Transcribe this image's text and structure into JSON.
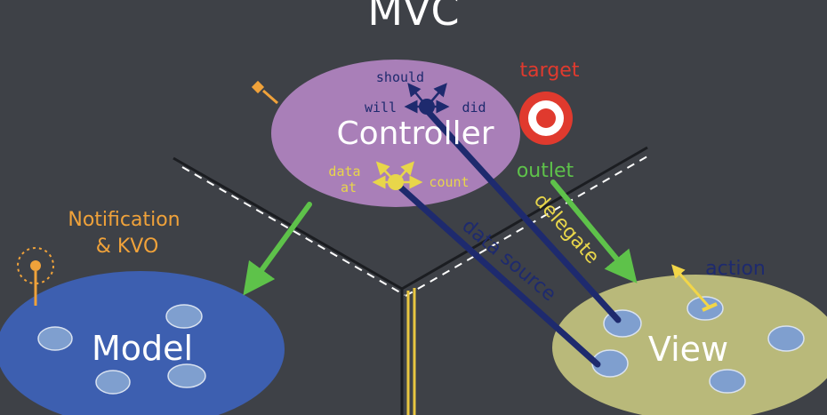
{
  "title": "MVC",
  "controller": {
    "label": "Controller",
    "target_label": "target",
    "outlet_label": "outlet",
    "action_arrows": {
      "up": "should",
      "left": "will",
      "right": "did"
    },
    "data_arrows": {
      "left": "data\nat",
      "right": "count"
    }
  },
  "model": {
    "label": "Model"
  },
  "view": {
    "label": "View",
    "action_label": "action"
  },
  "notification_label": "Notification\n& KVO",
  "delegate_label": "delegate",
  "data_source_label": "data source",
  "colors": {
    "background": "#3e4147",
    "controller": "#a97fb8",
    "model": "#3d5fb0",
    "view": "#b9b97a",
    "green": "#5ec24a",
    "orange": "#f0a23a",
    "red": "#e03a2e",
    "yellow": "#e8d64a",
    "navy": "#1e2a6e"
  }
}
